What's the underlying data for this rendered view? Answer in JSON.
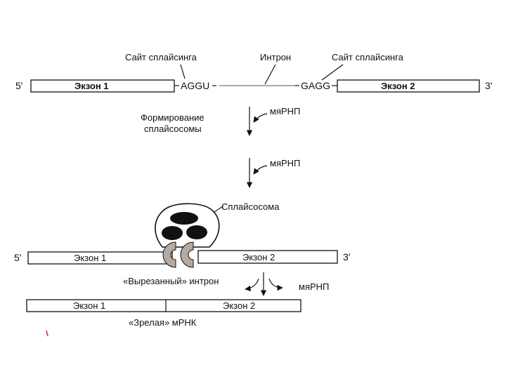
{
  "top": {
    "five_prime": "5'",
    "three_prime": "3'",
    "exon1": "Экзон 1",
    "exon2": "Экзон 2",
    "left_site_seq": "AGGU",
    "right_site_seq": "GAGG",
    "left_site_label": "Сайт сплайсинга",
    "right_site_label": "Сайт сплайсинга",
    "intron_label": "Интрон"
  },
  "step1": {
    "line1": "Формирование",
    "line2": "сплайсосомы",
    "snrnp": "мяРНП"
  },
  "step2": {
    "snrnp": "мяРНП"
  },
  "spliceosome": {
    "label": "Сплайсосома",
    "five_prime": "5'",
    "three_prime": "3'",
    "exon1": "Экзон 1",
    "exon2": "Экзон 2"
  },
  "release": {
    "intron_label": "«Вырезанный» интрон",
    "snrnp": "мяРНП"
  },
  "mature": {
    "exon1": "Экзон 1",
    "exon2": "Экзон 2",
    "label": "«Зрелая» мРНК"
  },
  "colors": {
    "ink": "#111111",
    "snrnp_fill": "#b5a9a0",
    "mark": "#c0462c"
  }
}
